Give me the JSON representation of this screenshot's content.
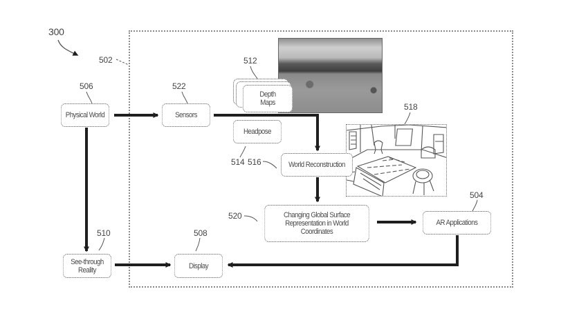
{
  "figure": {
    "figure_ref": "300",
    "system_ref": "502"
  },
  "nodes": {
    "physical_world": {
      "ref": "506",
      "label": "Physical World"
    },
    "sensors": {
      "ref": "522",
      "label": "Sensors"
    },
    "depth_maps": {
      "ref": "512",
      "label_line1": "Depth",
      "label_line2": "Maps"
    },
    "headpose": {
      "ref": "514",
      "label": "Headpose"
    },
    "world_reconstruction": {
      "ref": "516",
      "label": "World Reconstruction"
    },
    "reconstruction_image": {
      "ref": "518"
    },
    "global_surface": {
      "ref": "520",
      "label_line1": "Changing Global Surface",
      "label_line2": "Representation in World",
      "label_line3": "Coordinates"
    },
    "ar_applications": {
      "ref": "504",
      "label": "AR Applications"
    },
    "see_through": {
      "ref": "510",
      "label_line1": "See-through",
      "label_line2": "Reality"
    },
    "display": {
      "ref": "508",
      "label": "Display"
    }
  },
  "edges": [
    {
      "from": "Physical World",
      "to": "Sensors"
    },
    {
      "from": "Physical World",
      "to": "See-through Reality"
    },
    {
      "from": "Sensors",
      "to": "World Reconstruction"
    },
    {
      "from": "World Reconstruction",
      "to": "Changing Global Surface Representation in World Coordinates"
    },
    {
      "from": "Changing Global Surface Representation in World Coordinates",
      "to": "AR Applications"
    },
    {
      "from": "AR Applications",
      "to": "Display"
    },
    {
      "from": "See-through Reality",
      "to": "Display"
    }
  ],
  "colors": {
    "line": "#1e1e1e",
    "box_border": "#555555",
    "frame_border": "#888888",
    "text": "#4a4a4a"
  }
}
